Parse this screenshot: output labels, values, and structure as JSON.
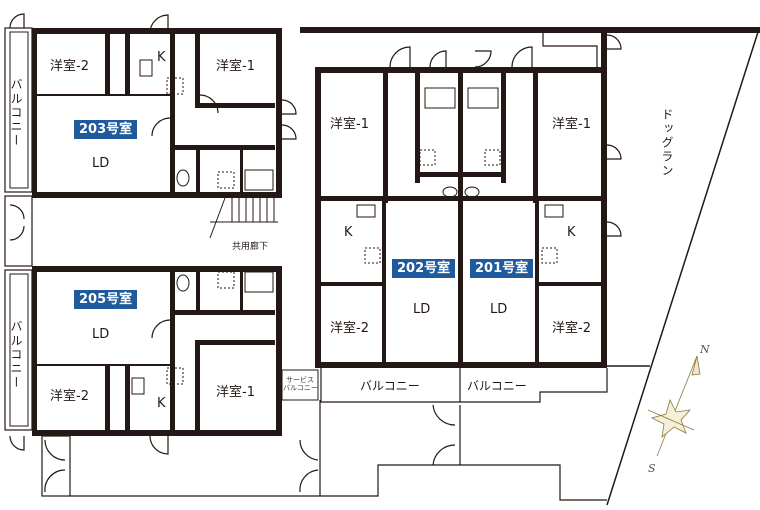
{
  "floor_plan": {
    "units": [
      {
        "id": "203",
        "tag": "203号室",
        "rooms": [
          "洋室-2",
          "K",
          "洋室-1",
          "LD"
        ],
        "balcony": "バルコニー"
      },
      {
        "id": "205",
        "tag": "205号室",
        "rooms": [
          "LD",
          "洋室-2",
          "K",
          "洋室-1"
        ],
        "balcony": "バルコニー"
      },
      {
        "id": "202",
        "tag": "202号室",
        "rooms": [
          "洋室-1",
          "K",
          "LD",
          "洋室-2"
        ],
        "balcony": "バルコニー"
      },
      {
        "id": "201",
        "tag": "201号室",
        "rooms": [
          "洋室-1",
          "K",
          "LD",
          "洋室-2"
        ],
        "balcony": "バルコニー"
      }
    ],
    "labels": {
      "u203_room2": "洋室-2",
      "u203_k": "K",
      "u203_room1": "洋室-1",
      "u203_ld": "LD",
      "u203_tag": "203号室",
      "u203_balcony": "バルコニー",
      "corridor": "共用廊下",
      "u205_tag": "205号室",
      "u205_ld": "LD",
      "u205_balcony": "バルコニー",
      "u205_room2": "洋室-2",
      "u205_k": "K",
      "u205_room1": "洋室-1",
      "service_balcony_1": "サービス",
      "service_balcony_2": "バルコニー",
      "u202_room1": "洋室-1",
      "u202_k": "K",
      "u202_tag": "202号室",
      "u202_ld": "LD",
      "u202_room2": "洋室-2",
      "u202_balcony": "バルコニー",
      "u201_room1": "洋室-1",
      "u201_k": "K",
      "u201_tag": "201号室",
      "u201_ld": "LD",
      "u201_room2": "洋室-2",
      "u201_balcony": "バルコニー",
      "dog_run": "ドッグラン"
    },
    "compass": {
      "north": "N",
      "south": "S",
      "color": "#8a7a3a"
    },
    "colors": {
      "wall": "#231815",
      "tag_bg": "#1f5a9c",
      "tag_text": "#ffffff",
      "line": "#333333"
    }
  }
}
